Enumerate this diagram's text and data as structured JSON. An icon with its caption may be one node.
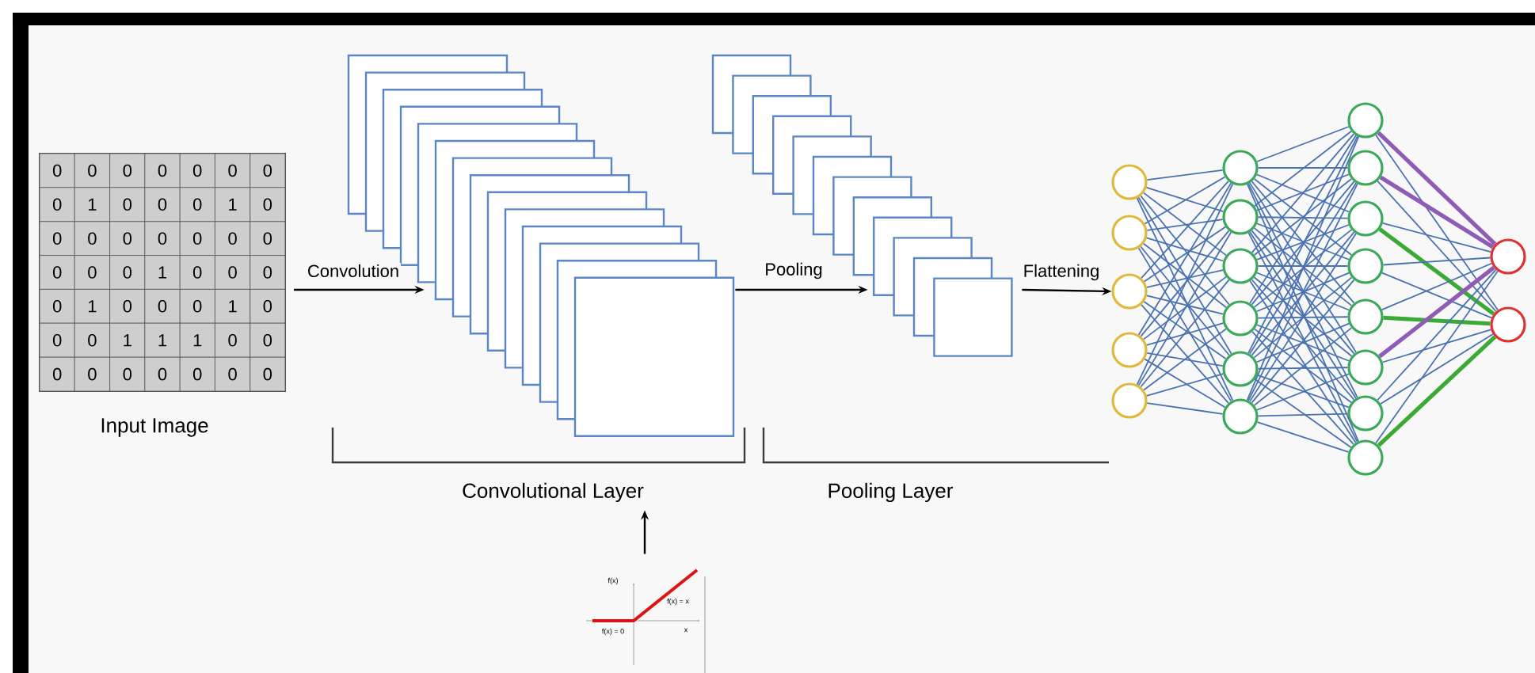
{
  "diagram": {
    "nodes": [
      {
        "text": [],
        "shape": "box",
        "beside": [
          "Input Image"
        ]
      },
      {
        "text": [],
        "shape": "box"
      },
      {
        "text": [],
        "shape": "box"
      },
      {
        "text": [
          "Convolutional Layer"
        ]
      },
      {
        "text": [],
        "shape": "picture"
      },
      {
        "text": [],
        "shape": "circle"
      },
      {
        "text": [],
        "shape": "circle"
      },
      {
        "text": [],
        "shape": "circle"
      },
      {
        "text": [],
        "shape": "circle"
      },
      {
        "text": [],
        "shape": "circle"
      },
      {
        "text": [],
        "shape": "circle"
      },
      {
        "text": [],
        "shape": "circle"
      },
      {
        "text": [],
        "shape": "circle"
      },
      {
        "text": [],
        "shape": "circle"
      },
      {
        "text": [],
        "shape": "circle"
      },
      {
        "text": [],
        "shape": "circle"
      },
      {
        "text": [],
        "shape": "circle"
      },
      {
        "text": [],
        "shape": "circle"
      },
      {
        "text": [],
        "shape": "circle"
      },
      {
        "text": [],
        "shape": "circle"
      },
      {
        "text": [],
        "shape": "circle"
      },
      {
        "text": [],
        "shape": "circle"
      },
      {
        "text": [],
        "shape": "circle"
      },
      {
        "text": [],
        "shape": "circle"
      },
      {
        "text": [],
        "shape": "circle"
      },
      {
        "text": [],
        "shape": "circle"
      }
    ],
    "edges": [
      {
        "from": 0,
        "to": 1,
        "arrow": "to",
        "label": "Convolution",
        "color": "#000000"
      },
      {
        "from": 1,
        "to": 2,
        "arrow": "to",
        "label": "Pooling",
        "color": "#000000"
      },
      {
        "from": 2,
        "to": 7,
        "arrow": "to",
        "label": "Flattening",
        "color": "#000000"
      },
      {
        "from": 4,
        "to": 3,
        "arrow": "to",
        "color": "#000000"
      },
      {
        "from": 5,
        "to": 10,
        "arrow": "none"
      },
      {
        "from": 5,
        "to": 11,
        "arrow": "none"
      },
      {
        "from": 5,
        "to": 12,
        "arrow": "none"
      },
      {
        "from": 5,
        "to": 13,
        "arrow": "none"
      },
      {
        "from": 5,
        "to": 14,
        "arrow": "none"
      },
      {
        "from": 5,
        "to": 15,
        "arrow": "none"
      },
      {
        "from": 6,
        "to": 10,
        "arrow": "none"
      },
      {
        "from": 6,
        "to": 11,
        "arrow": "none"
      },
      {
        "from": 6,
        "to": 12,
        "arrow": "none"
      },
      {
        "from": 6,
        "to": 13,
        "arrow": "none"
      },
      {
        "from": 6,
        "to": 14,
        "arrow": "none"
      },
      {
        "from": 6,
        "to": 15,
        "arrow": "none"
      },
      {
        "from": 7,
        "to": 10,
        "arrow": "none"
      },
      {
        "from": 7,
        "to": 11,
        "arrow": "none"
      },
      {
        "from": 7,
        "to": 12,
        "arrow": "none"
      },
      {
        "from": 7,
        "to": 13,
        "arrow": "none"
      },
      {
        "from": 7,
        "to": 14,
        "arrow": "none"
      },
      {
        "from": 7,
        "to": 15,
        "arrow": "none"
      },
      {
        "from": 8,
        "to": 10,
        "arrow": "none"
      },
      {
        "from": 8,
        "to": 11,
        "arrow": "none"
      },
      {
        "from": 8,
        "to": 12,
        "arrow": "none"
      },
      {
        "from": 8,
        "to": 13,
        "arrow": "none"
      },
      {
        "from": 8,
        "to": 14,
        "arrow": "none"
      },
      {
        "from": 8,
        "to": 15,
        "arrow": "none"
      },
      {
        "from": 9,
        "to": 10,
        "arrow": "none"
      },
      {
        "from": 9,
        "to": 11,
        "arrow": "none"
      },
      {
        "from": 9,
        "to": 12,
        "arrow": "none"
      },
      {
        "from": 9,
        "to": 13,
        "arrow": "none"
      },
      {
        "from": 9,
        "to": 14,
        "arrow": "none"
      },
      {
        "from": 9,
        "to": 15,
        "arrow": "none"
      },
      {
        "from": 10,
        "to": 16,
        "arrow": "none"
      },
      {
        "from": 10,
        "to": 17,
        "arrow": "none"
      },
      {
        "from": 10,
        "to": 18,
        "arrow": "none"
      },
      {
        "from": 10,
        "to": 19,
        "arrow": "none"
      },
      {
        "from": 10,
        "to": 20,
        "arrow": "none"
      },
      {
        "from": 10,
        "to": 21,
        "arrow": "none"
      },
      {
        "from": 10,
        "to": 22,
        "arrow": "none"
      },
      {
        "from": 10,
        "to": 23,
        "arrow": "none"
      },
      {
        "from": 11,
        "to": 16,
        "arrow": "none"
      },
      {
        "from": 11,
        "to": 17,
        "arrow": "none"
      },
      {
        "from": 11,
        "to": 18,
        "arrow": "none"
      },
      {
        "from": 11,
        "to": 19,
        "arrow": "none"
      },
      {
        "from": 11,
        "to": 20,
        "arrow": "none"
      },
      {
        "from": 11,
        "to": 21,
        "arrow": "none"
      },
      {
        "from": 11,
        "to": 22,
        "arrow": "none"
      },
      {
        "from": 11,
        "to": 23,
        "arrow": "none"
      },
      {
        "from": 12,
        "to": 16,
        "arrow": "none"
      },
      {
        "from": 12,
        "to": 17,
        "arrow": "none"
      },
      {
        "from": 12,
        "to": 18,
        "arrow": "none"
      },
      {
        "from": 12,
        "to": 19,
        "arrow": "none"
      },
      {
        "from": 12,
        "to": 20,
        "arrow": "none"
      },
      {
        "from": 12,
        "to": 21,
        "arrow": "none"
      },
      {
        "from": 12,
        "to": 22,
        "arrow": "none"
      },
      {
        "from": 12,
        "to": 23,
        "arrow": "none"
      },
      {
        "from": 13,
        "to": 16,
        "arrow": "none"
      },
      {
        "from": 13,
        "to": 17,
        "arrow": "none"
      },
      {
        "from": 13,
        "to": 18,
        "arrow": "none"
      },
      {
        "from": 13,
        "to": 19,
        "arrow": "none"
      },
      {
        "from": 13,
        "to": 20,
        "arrow": "none"
      },
      {
        "from": 13,
        "to": 21,
        "arrow": "none"
      },
      {
        "from": 13,
        "to": 22,
        "arrow": "none"
      },
      {
        "from": 13,
        "to": 23,
        "arrow": "none"
      },
      {
        "from": 14,
        "to": 16,
        "arrow": "none"
      },
      {
        "from": 14,
        "to": 17,
        "arrow": "none"
      },
      {
        "from": 14,
        "to": 18,
        "arrow": "none"
      },
      {
        "from": 14,
        "to": 19,
        "arrow": "none"
      },
      {
        "from": 14,
        "to": 20,
        "arrow": "none"
      },
      {
        "from": 14,
        "to": 21,
        "arrow": "none"
      },
      {
        "from": 14,
        "to": 22,
        "arrow": "none"
      },
      {
        "from": 14,
        "to": 23,
        "arrow": "none"
      },
      {
        "from": 15,
        "to": 16,
        "arrow": "none"
      },
      {
        "from": 15,
        "to": 17,
        "arrow": "none"
      },
      {
        "from": 15,
        "to": 18,
        "arrow": "none"
      },
      {
        "from": 15,
        "to": 19,
        "arrow": "none"
      },
      {
        "from": 15,
        "to": 20,
        "arrow": "none"
      },
      {
        "from": 15,
        "to": 21,
        "arrow": "none"
      },
      {
        "from": 15,
        "to": 22,
        "arrow": "none"
      },
      {
        "from": 15,
        "to": 23,
        "arrow": "none"
      },
      {
        "from": 16,
        "to": 24,
        "arrow": "none",
        "style": "thick",
        "color": "#8e5bb5"
      },
      {
        "from": 16,
        "to": 25,
        "arrow": "none"
      },
      {
        "from": 17,
        "to": 24,
        "arrow": "none",
        "style": "thick",
        "color": "#8e5bb5"
      },
      {
        "from": 17,
        "to": 25,
        "arrow": "none"
      },
      {
        "from": 18,
        "to": 24,
        "arrow": "none"
      },
      {
        "from": 18,
        "to": 25,
        "arrow": "none",
        "style": "thick",
        "color": "#3aaa35"
      },
      {
        "from": 19,
        "to": 24,
        "arrow": "none"
      },
      {
        "from": 19,
        "to": 25,
        "arrow": "none"
      },
      {
        "from": 20,
        "to": 24,
        "arrow": "none"
      },
      {
        "from": 20,
        "to": 25,
        "arrow": "none",
        "style": "thick",
        "color": "#3aaa35"
      },
      {
        "from": 21,
        "to": 24,
        "arrow": "none",
        "style": "thick",
        "color": "#8e5bb5"
      },
      {
        "from": 21,
        "to": 25,
        "arrow": "none"
      },
      {
        "from": 22,
        "to": 24,
        "arrow": "none"
      },
      {
        "from": 22,
        "to": 25,
        "arrow": "none"
      },
      {
        "from": 23,
        "to": 24,
        "arrow": "none"
      },
      {
        "from": 23,
        "to": 25,
        "arrow": "none",
        "style": "thick",
        "color": "#3aaa35"
      }
    ],
    "labels": [
      "0",
      "0",
      "0",
      "0",
      "0",
      "0",
      "0",
      "0",
      "1",
      "0",
      "0",
      "0",
      "1",
      "0",
      "0",
      "0",
      "0",
      "0",
      "0",
      "0",
      "0",
      "0",
      "0",
      "0",
      "1",
      "0",
      "0",
      "0",
      "0",
      "1",
      "0",
      "0",
      "0",
      "1",
      "0",
      "0",
      "0",
      "1",
      "1",
      "1",
      "0",
      "0",
      "0",
      "0",
      "0",
      "0",
      "0",
      "0",
      "0",
      "Pooling Layer",
      "f(x)",
      "f(x) = x",
      "f(x) = 0",
      "x"
    ]
  }
}
